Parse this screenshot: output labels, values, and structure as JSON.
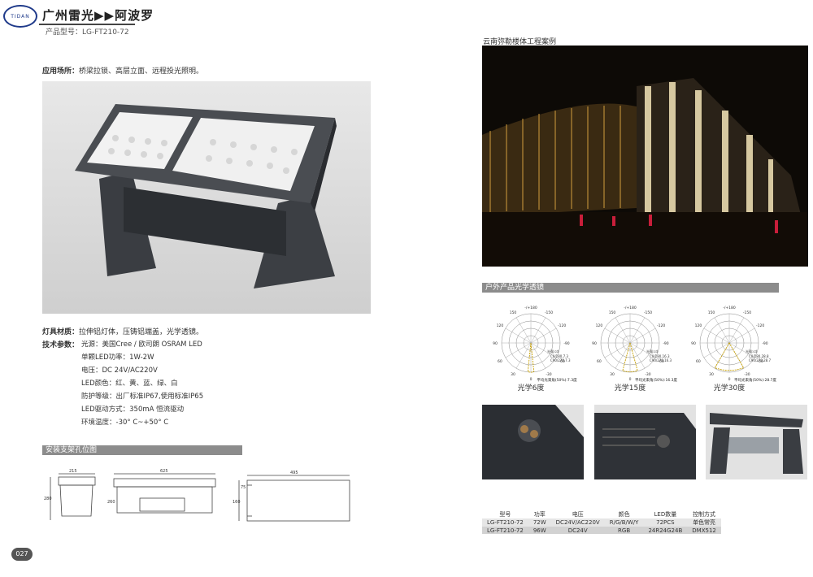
{
  "header": {
    "logo_text": "TIDAN",
    "brand": "广州雷光▶▶阿波罗",
    "model": "产品型号：LG-FT210-72"
  },
  "left": {
    "application_label": "应用场所：",
    "application_text": "桥梁拉锁、高层立面、远程投光照明。",
    "material_label": "灯具材质：",
    "material_text": "拉伸铝灯体，压铸铝端盖，光学透镜。",
    "tech_label": "技术参数：",
    "tech_lines": [
      "光源：美国Cree / 欧司朗 OSRAM LED",
      "单颗LED功率：1W-2W",
      "电压：DC 24V/AC220V",
      "LED颜色：红、黄、蓝、绿、白",
      "防护等级：出厂标准IP67,使用标准IP65",
      "LED驱动方式：350mA 恒流驱动",
      "环境温度：-30° C~+50° C"
    ],
    "mount_title": "安装支架孔位图",
    "dims": {
      "d1": "215",
      "d2": "625",
      "d3": "495",
      "h1": "280",
      "h2": "260",
      "h3": "160",
      "h4": "75"
    },
    "page_number": "027"
  },
  "right": {
    "case_title": "云南弥勒楼体工程案例",
    "optics_title": "户外产品光学透镜",
    "lenses": [
      {
        "caption": "光学6度",
        "avg": "平均光束角(50%):7.3度",
        "angle": 6,
        "legend": [
          "C0/180,7.3",
          "C90/270,7.3"
        ]
      },
      {
        "caption": "光学15度",
        "avg": "平均光束角(50%):16.3度",
        "angle": 15,
        "legend": [
          "C0/180,16.3",
          "C90/270,16.3"
        ]
      },
      {
        "caption": "光学30度",
        "avg": "平均光束角(50%):28.7度",
        "angle": 30,
        "legend": [
          "C0/180,28.8",
          "C90/270,28.7"
        ]
      }
    ],
    "polar_ticks": [
      "-150",
      "-120",
      "-90",
      "-60",
      "-30",
      "0",
      "30",
      "60",
      "90",
      "120",
      "150",
      "-/+180"
    ],
    "polar_unit": "光强:cd",
    "table": {
      "headers": [
        "型号",
        "功率",
        "电压",
        "颜色",
        "LED数量",
        "控制方式"
      ],
      "rows": [
        [
          "LG-FT210-72",
          "72W",
          "DC24V/AC220V",
          "R/G/B/W/Y",
          "72PCS",
          "单色常亮"
        ],
        [
          "LG-FT210-72",
          "96W",
          "DC24V",
          "RGB",
          "24R24G24B",
          "DMX512"
        ]
      ]
    }
  },
  "colors": {
    "bar": "#8c8c8c",
    "accent": "#1f3a8a",
    "night": "#0d0a06",
    "gold": "#d9a441"
  }
}
